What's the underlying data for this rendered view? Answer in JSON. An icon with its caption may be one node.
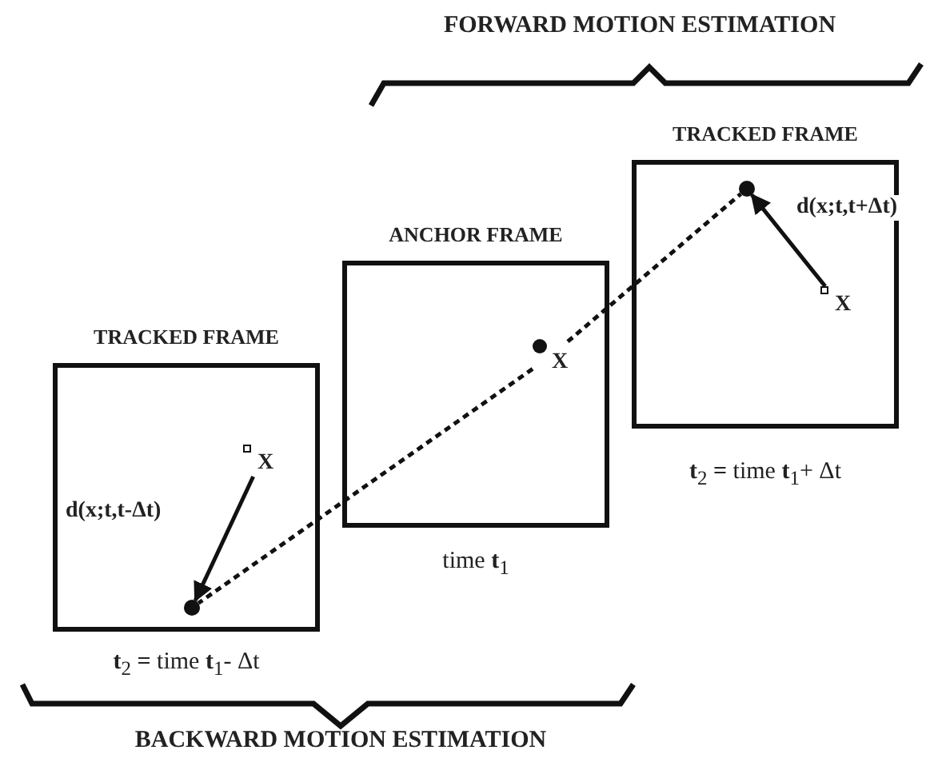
{
  "diagram": {
    "nodes": [
      {
        "text": [
          "TRACKED FRAME"
        ],
        "beside": [
          "**t**$_{2}$ **=** time **t**$_{1}$- Δt"
        ]
      },
      {
        "text": [
          "ANCHOR FRAME"
        ],
        "beside": [
          "time **t**$_{1}$"
        ]
      },
      {
        "text": [
          "TRACKED FRAME"
        ],
        "beside": [
          "**t**$_{2}$ **=** time **t**$_{1}$+ Δt"
        ]
      },
      {
        "text": [
          "X"
        ],
        "in": 0
      },
      {
        "text": [],
        "shape": "circle",
        "in": 0
      },
      {
        "text": [
          "X"
        ],
        "in": 1
      },
      {
        "text": [
          "X"
        ],
        "in": 2
      },
      {
        "text": [],
        "shape": "circle",
        "in": 2
      }
    ],
    "edges": [
      {
        "from": 3,
        "to": 4,
        "arrow": "to",
        "label": "d(x;t,t-Δt)"
      },
      {
        "from": 6,
        "to": 7,
        "arrow": "to",
        "label": "d(x;t,t+Δt)"
      },
      {
        "from": 5,
        "to": 4,
        "arrow": "none",
        "style": "dashed"
      },
      {
        "from": 5,
        "to": 7,
        "arrow": "none",
        "style": "dashed"
      }
    ],
    "labels": [
      "FORWARD MOTION ESTIMATION",
      "BACKWARD MOTION ESTIMATION"
    ]
  }
}
